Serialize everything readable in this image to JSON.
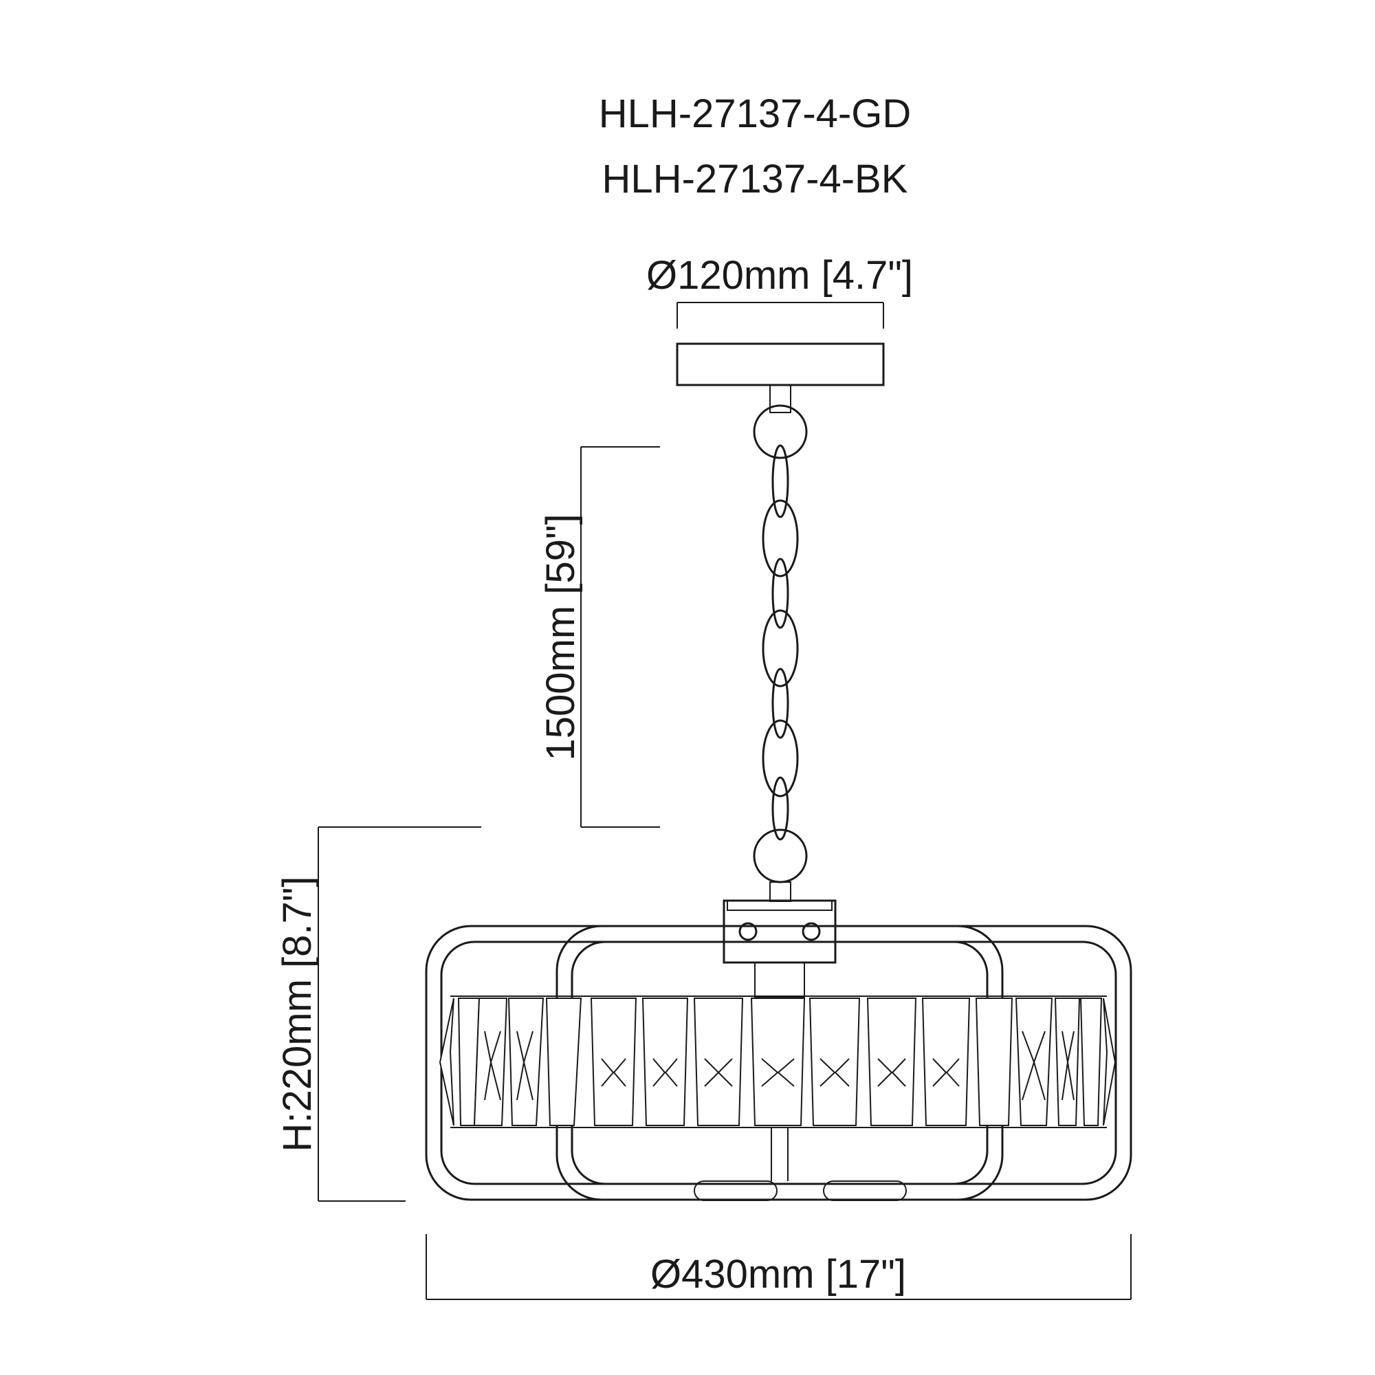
{
  "models": [
    "HLH-27137-4-GD",
    "HLH-27137-4-BK"
  ],
  "dimensions": {
    "canopy_diameter": "Ø120mm  [4.7\"]",
    "chain_length": "1500mm  [59\"]",
    "height": "H:220mm  [8.7\"]",
    "fixture_diameter": "Ø430mm  [17\"]"
  }
}
